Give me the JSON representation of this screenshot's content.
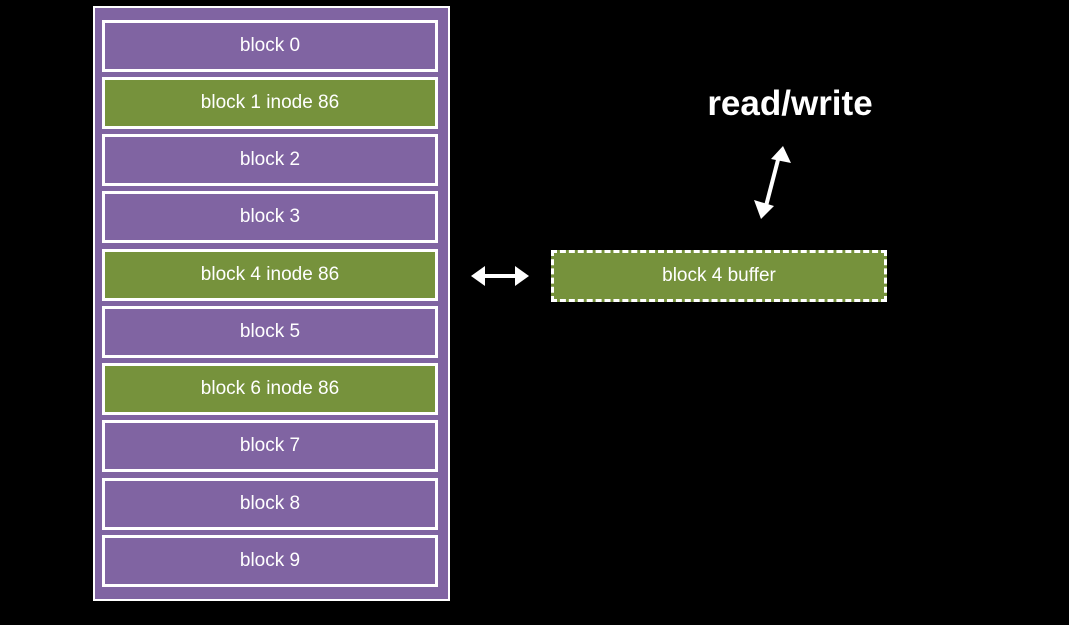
{
  "colors": {
    "background": "#000000",
    "free_block": "#8064A2",
    "inode_block": "#76923C",
    "border": "#FFFFFF",
    "text": "#FFFFFF"
  },
  "disk": {
    "blocks": [
      {
        "label": "block 0",
        "kind": "free"
      },
      {
        "label": "block 1 inode 86",
        "kind": "inode"
      },
      {
        "label": "block 2",
        "kind": "free"
      },
      {
        "label": "block 3",
        "kind": "free"
      },
      {
        "label": "block 4 inode 86",
        "kind": "inode"
      },
      {
        "label": "block 5",
        "kind": "free"
      },
      {
        "label": "block 6 inode 86",
        "kind": "inode"
      },
      {
        "label": "block 7",
        "kind": "free"
      },
      {
        "label": "block 8",
        "kind": "free"
      },
      {
        "label": "block 9",
        "kind": "free"
      }
    ]
  },
  "buffer": {
    "label": "block 4 buffer",
    "kind": "inode"
  },
  "io": {
    "label": "read/write"
  },
  "icons": {
    "disk_buffer_arrow": "double-arrow-horizontal-icon",
    "read_write_arrow": "double-arrow-diagonal-icon"
  }
}
